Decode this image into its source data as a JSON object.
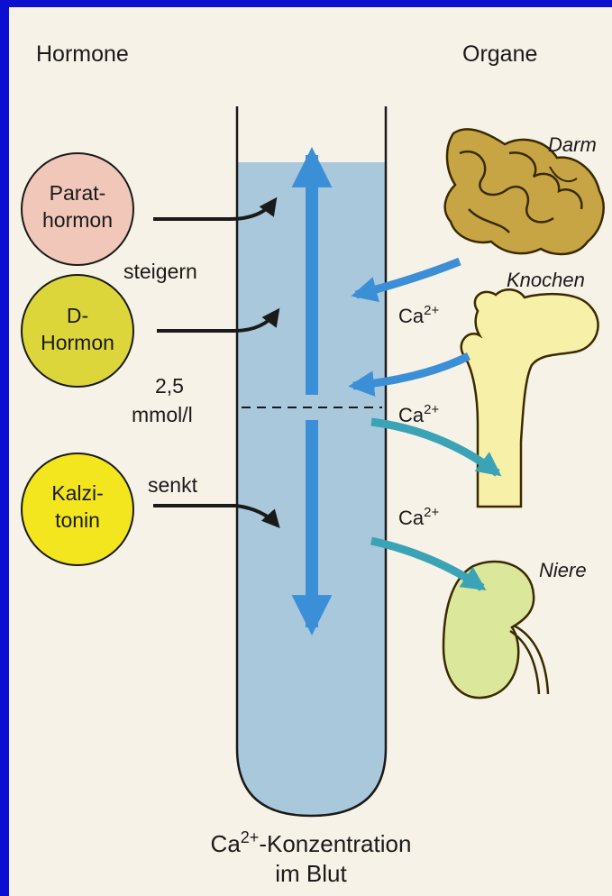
{
  "headings": {
    "left": "Hormone",
    "right": "Organe"
  },
  "hormones": [
    {
      "line1": "Parat-",
      "line2": "hormon",
      "color": "#f0c7b8"
    },
    {
      "line1": "D-",
      "line2": "Hormon",
      "color": "#dcd63a"
    },
    {
      "line1": "Kalzi-",
      "line2": "tonin",
      "color": "#f3e61e"
    }
  ],
  "effects": {
    "increase": "steigern",
    "decrease": "senkt"
  },
  "threshold": {
    "value": "2,5",
    "unit": "mmol/l"
  },
  "organs": {
    "gut": "Darm",
    "bone": "Knochen",
    "kidney": "Niere"
  },
  "ion": {
    "symbol": "Ca",
    "charge": "2+"
  },
  "tube_caption": {
    "line1_symbol": "Ca",
    "line1_charge": "2+",
    "line1_rest": "-Konzentration",
    "line2": "im Blut"
  },
  "colors": {
    "frame": "#0b0fd0",
    "blood": "#a9c8dc",
    "arrow_blue": "#3b8fd6",
    "arrow_teal": "#3aa3b5",
    "gut": "#c7a545",
    "bone": "#f7f0a8",
    "kidney": "#dbe79a"
  }
}
